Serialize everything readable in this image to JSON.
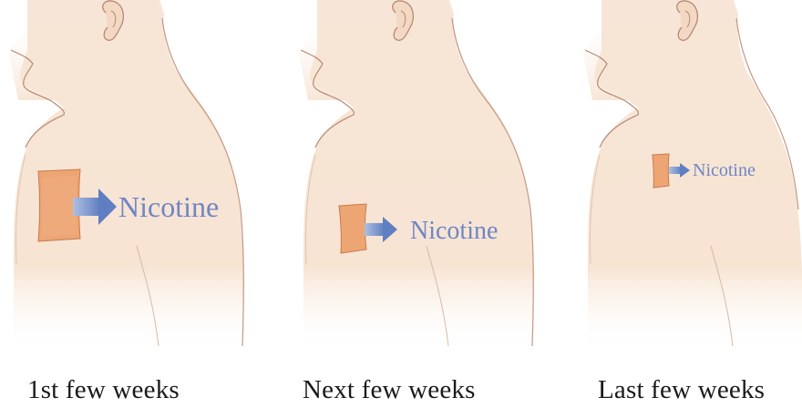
{
  "panels": [
    {
      "caption": "1st few weeks",
      "label": "Nicotine"
    },
    {
      "caption": "Next few weeks",
      "label": "Nicotine"
    },
    {
      "caption": "Last few weeks",
      "label": "Nicotine"
    }
  ],
  "colors": {
    "skin": "#f6e3d2",
    "skin_shadow": "#ecd0ba",
    "outline": "#b78a74",
    "patch": "#eda574",
    "patch_edge": "#c97a4e",
    "arrow": "#7b96cc",
    "label_text": "#6f86c4",
    "caption_text": "#1a1a1a"
  }
}
